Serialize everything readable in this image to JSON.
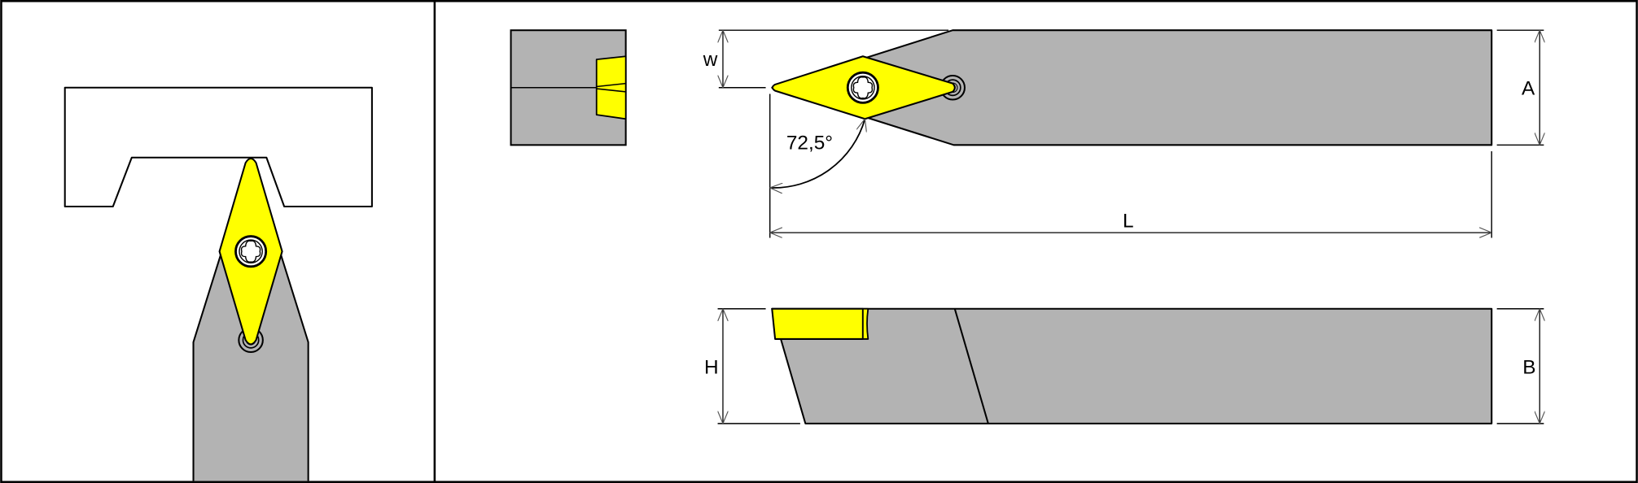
{
  "labels": {
    "w": "w",
    "angle": "72,5°",
    "L": "L",
    "A": "A",
    "H": "H",
    "B": "B"
  },
  "colors": {
    "holder": "#b3b3b3",
    "insert": "#ffff00",
    "line": "#000000",
    "background": "#ffffff"
  },
  "icons": {
    "insert_screw": "torx-screw-icon",
    "clamp_pin": "clamp-pin-icon"
  }
}
